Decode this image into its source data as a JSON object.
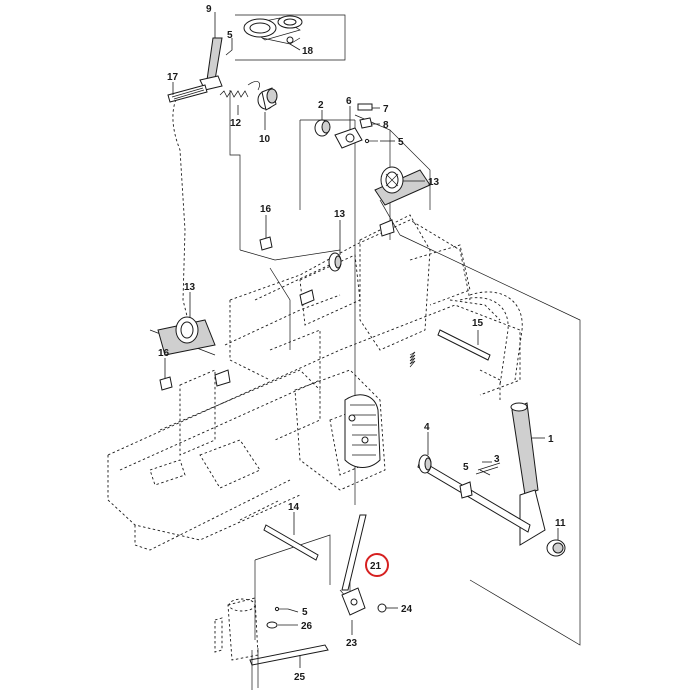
{
  "diagram": {
    "callouts": [
      {
        "id": "c1",
        "text": "1"
      },
      {
        "id": "c2",
        "text": "2"
      },
      {
        "id": "c3",
        "text": "3"
      },
      {
        "id": "c4",
        "text": "4"
      },
      {
        "id": "c5a",
        "text": "5"
      },
      {
        "id": "c5b",
        "text": "5"
      },
      {
        "id": "c5c",
        "text": "5"
      },
      {
        "id": "c5d",
        "text": "5"
      },
      {
        "id": "c6",
        "text": "6"
      },
      {
        "id": "c7",
        "text": "7"
      },
      {
        "id": "c8",
        "text": "8"
      },
      {
        "id": "c9",
        "text": "9"
      },
      {
        "id": "c10",
        "text": "10"
      },
      {
        "id": "c11",
        "text": "11"
      },
      {
        "id": "c12",
        "text": "12"
      },
      {
        "id": "c13a",
        "text": "13"
      },
      {
        "id": "c13b",
        "text": "13"
      },
      {
        "id": "c13c",
        "text": "13"
      },
      {
        "id": "c14",
        "text": "14"
      },
      {
        "id": "c15",
        "text": "15"
      },
      {
        "id": "c16a",
        "text": "16"
      },
      {
        "id": "c16b",
        "text": "16"
      },
      {
        "id": "c17",
        "text": "17"
      },
      {
        "id": "c18",
        "text": "18"
      },
      {
        "id": "c21",
        "text": "21"
      },
      {
        "id": "c23",
        "text": "23"
      },
      {
        "id": "c24",
        "text": "24"
      },
      {
        "id": "c25",
        "text": "25"
      },
      {
        "id": "c26",
        "text": "26"
      }
    ],
    "highlight_color": "#d62020",
    "line_color": "#1a1a1a"
  }
}
